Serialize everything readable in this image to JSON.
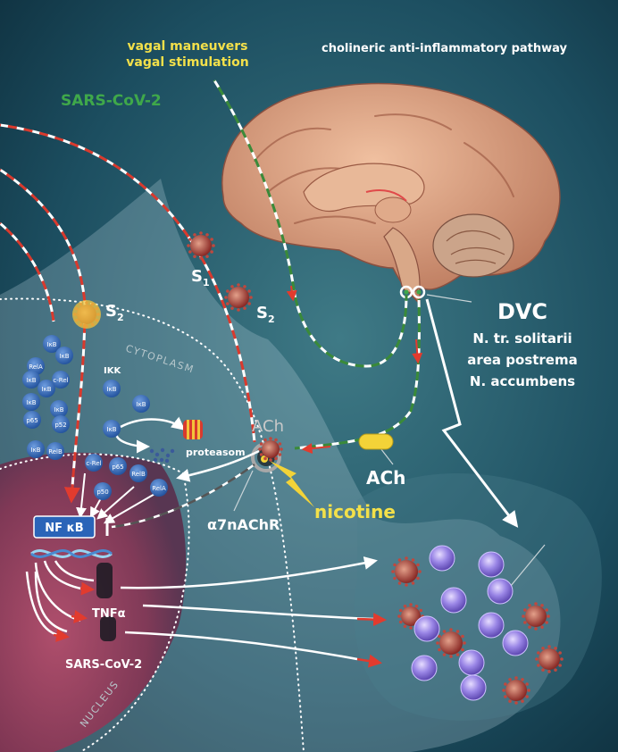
{
  "labels": {
    "vagal_maneuvers": "vagal maneuvers",
    "vagal_stimulation": "vagal stimulation",
    "pathway_title": "cholineric anti-inflammatory pathway",
    "sars_cov2_top": "SARS-CoV-2",
    "s1": "S1",
    "s2_right": "S2",
    "s2_left": "S2",
    "cytoplasm": "CYTOPLASM",
    "nucleus": "NUCLEUS",
    "ikk": "IKK",
    "proteasom": "proteasom",
    "ach_top": "ACh",
    "ach_right": "ACh",
    "nicotine": "nicotine",
    "receptor": "α7nAChR",
    "nfkb": "NF κB",
    "tnfa": "TNFα",
    "sars_cov2_bottom": "SARS-CoV-2",
    "dvc": "DVC",
    "dvc_1": "N. tr. solitarii",
    "dvc_2": "area postrema",
    "dvc_3": "N. accumbens"
  },
  "proteins": {
    "ikb": "IκB",
    "rela": "RelA",
    "relb": "RelB",
    "crel": "c-Rel",
    "p50": "p50",
    "p52": "p52",
    "p65": "p65"
  },
  "colors": {
    "background": "#123a4a",
    "dashed_red": "#d93a2e",
    "dashed_green": "#3a8a3a",
    "arrow_red": "#e23b2e",
    "yellow_text": "#f3e04a",
    "green_text": "#3fa84a",
    "protein_blue": "#2f67b5",
    "nfkb_box": "#2a64b8",
    "brain": "#d69a78",
    "virus": "#b43a34",
    "immune_cell": "#8a78d8"
  }
}
